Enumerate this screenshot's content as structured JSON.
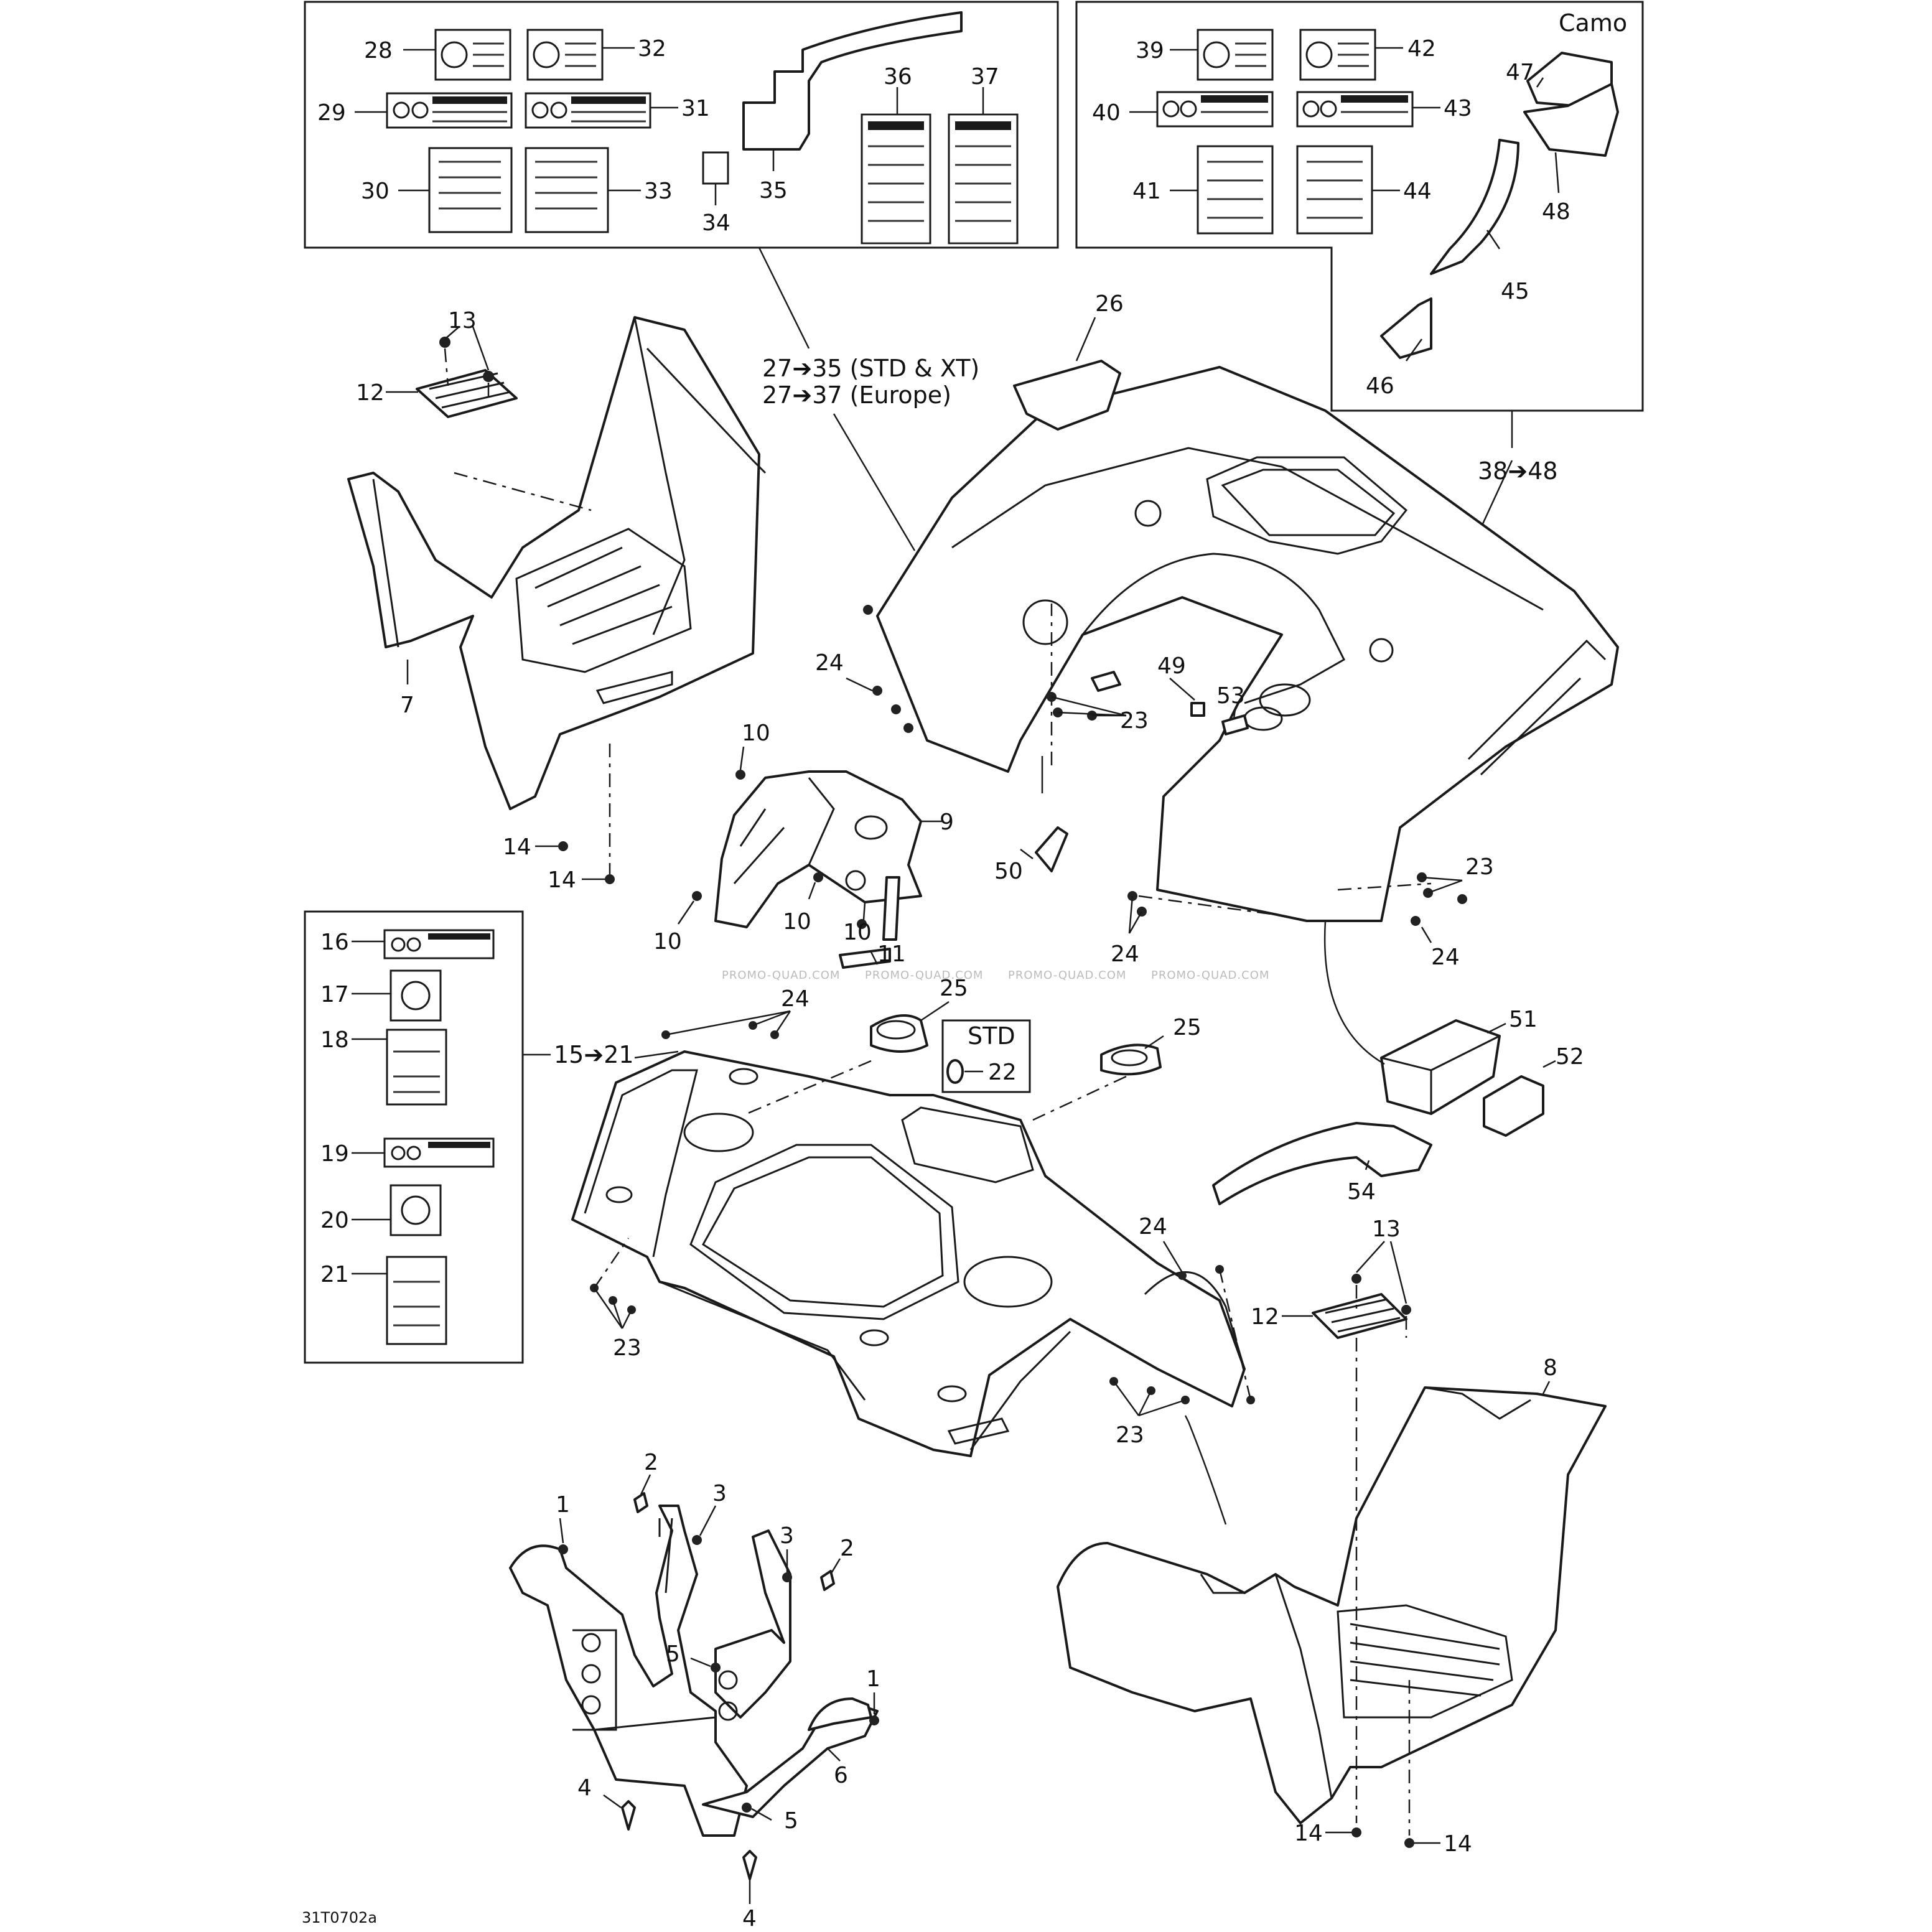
{
  "diagram": {
    "drawing_code": "31T0702a",
    "watermark": "PROMO-QUAD.COM",
    "variant_labels": {
      "camo": "Camo",
      "std": "STD"
    },
    "group_ranges": {
      "rear_decals_std": "27➔35 (STD & XT)",
      "rear_decals_europe": "27➔37 (Europe)",
      "camo_group": "38➔48",
      "front_decals": "15➔21"
    },
    "callouts": [
      "1",
      "1",
      "2",
      "2",
      "3",
      "3",
      "4",
      "4",
      "5",
      "5",
      "6",
      "7",
      "8",
      "9",
      "10",
      "10",
      "10",
      "10",
      "11",
      "12",
      "12",
      "13",
      "13",
      "14",
      "14",
      "14",
      "14",
      "16",
      "17",
      "18",
      "19",
      "20",
      "21",
      "22",
      "23",
      "23",
      "23",
      "23",
      "24",
      "24",
      "24",
      "24",
      "24",
      "25",
      "25",
      "26",
      "28",
      "29",
      "30",
      "31",
      "32",
      "33",
      "34",
      "35",
      "36",
      "37",
      "39",
      "40",
      "41",
      "42",
      "43",
      "44",
      "45",
      "46",
      "47",
      "48",
      "49",
      "50",
      "51",
      "52",
      "53",
      "54"
    ]
  }
}
